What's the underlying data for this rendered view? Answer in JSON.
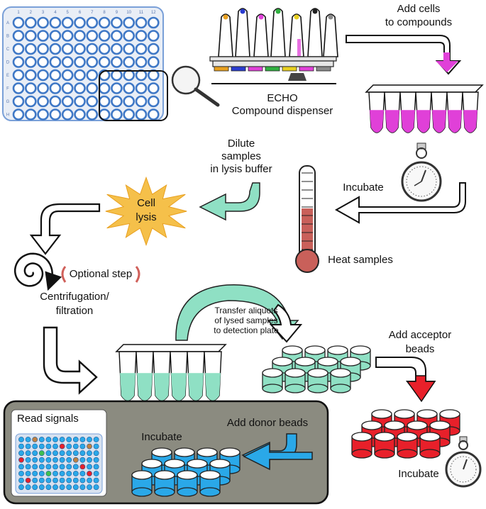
{
  "plate_columns": [
    "1",
    "2",
    "3",
    "4",
    "5",
    "6",
    "7",
    "8",
    "9",
    "10",
    "11",
    "12"
  ],
  "plate_rows": [
    "A",
    "B",
    "C",
    "D",
    "E",
    "F",
    "G",
    "H"
  ],
  "labels": {
    "echo_1": "ECHO",
    "echo_2": "Compound dispenser",
    "add_cells_1": "Add cells",
    "add_cells_2": "to compounds",
    "dilute_1": "Dilute",
    "dilute_2": "samples",
    "dilute_3": "in lysis buffer",
    "incubate_1": "Incubate",
    "cell_lysis_1": "Cell",
    "cell_lysis_2": "lysis",
    "heat_samples": "Heat samples",
    "optional_step": "Optional step",
    "centrifugation_1": "Centrifugation/",
    "centrifugation_2": "filtration",
    "transfer_1": "Transfer aliquots",
    "transfer_2": "of lysed samples",
    "transfer_3": "to detection plate",
    "add_acceptor_1": "Add acceptor",
    "add_acceptor_2": "beads",
    "incubate_2": "Incubate",
    "read_signals": "Read signals",
    "incubate_3": "Incubate",
    "add_donor": "Add donor beads"
  },
  "colors": {
    "plate_blue": "#3f78c6",
    "magenta": "#e040d8",
    "mint": "#8fe0c4",
    "red": "#e8202a",
    "sky": "#2aa8e8",
    "lysis_star": "#f5c04a",
    "panel_gray": "#8b8b80",
    "thermo_red": "#c9605a",
    "nozzle_colors": [
      "#e8a020",
      "#2a3cd0",
      "#e040d8",
      "#30b040",
      "#e8d020",
      "#202020",
      "#8a8a8a"
    ]
  }
}
